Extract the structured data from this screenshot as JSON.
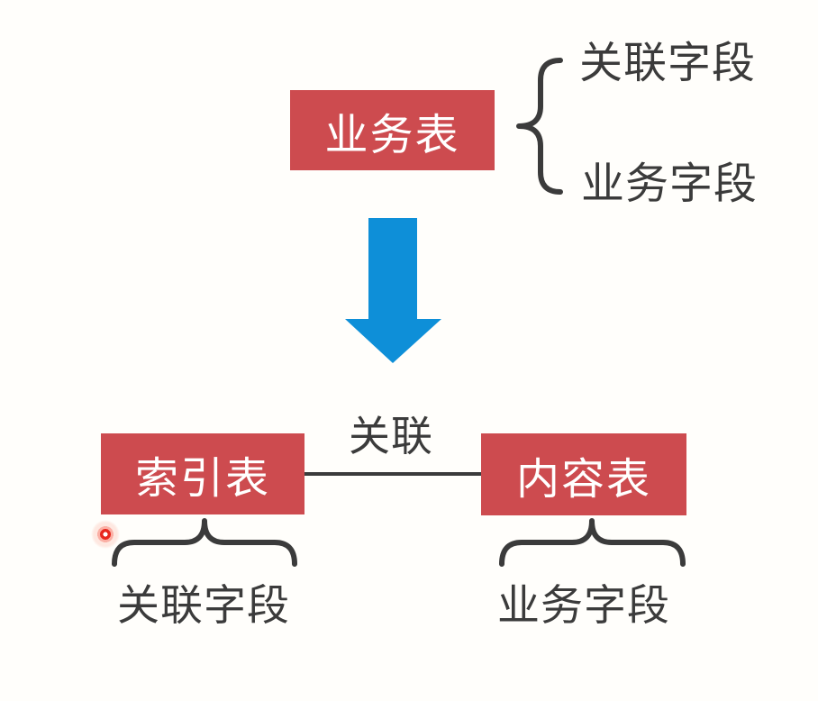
{
  "colors": {
    "background": "#fffefb",
    "node_red": "#cd4b4f",
    "node_text": "#ffffff",
    "arrow_blue": "#0e8fd8",
    "stroke_dark": "#3b3b3b",
    "laser_red": "#e8281e"
  },
  "diagram": {
    "top": {
      "box_label": "业务表",
      "brace_fields": [
        "关联字段",
        "业务字段"
      ]
    },
    "bottom": {
      "left_box_label": "索引表",
      "right_box_label": "内容表",
      "link_label": "关联",
      "left_box_field": "关联字段",
      "right_box_field": "业务字段"
    }
  }
}
